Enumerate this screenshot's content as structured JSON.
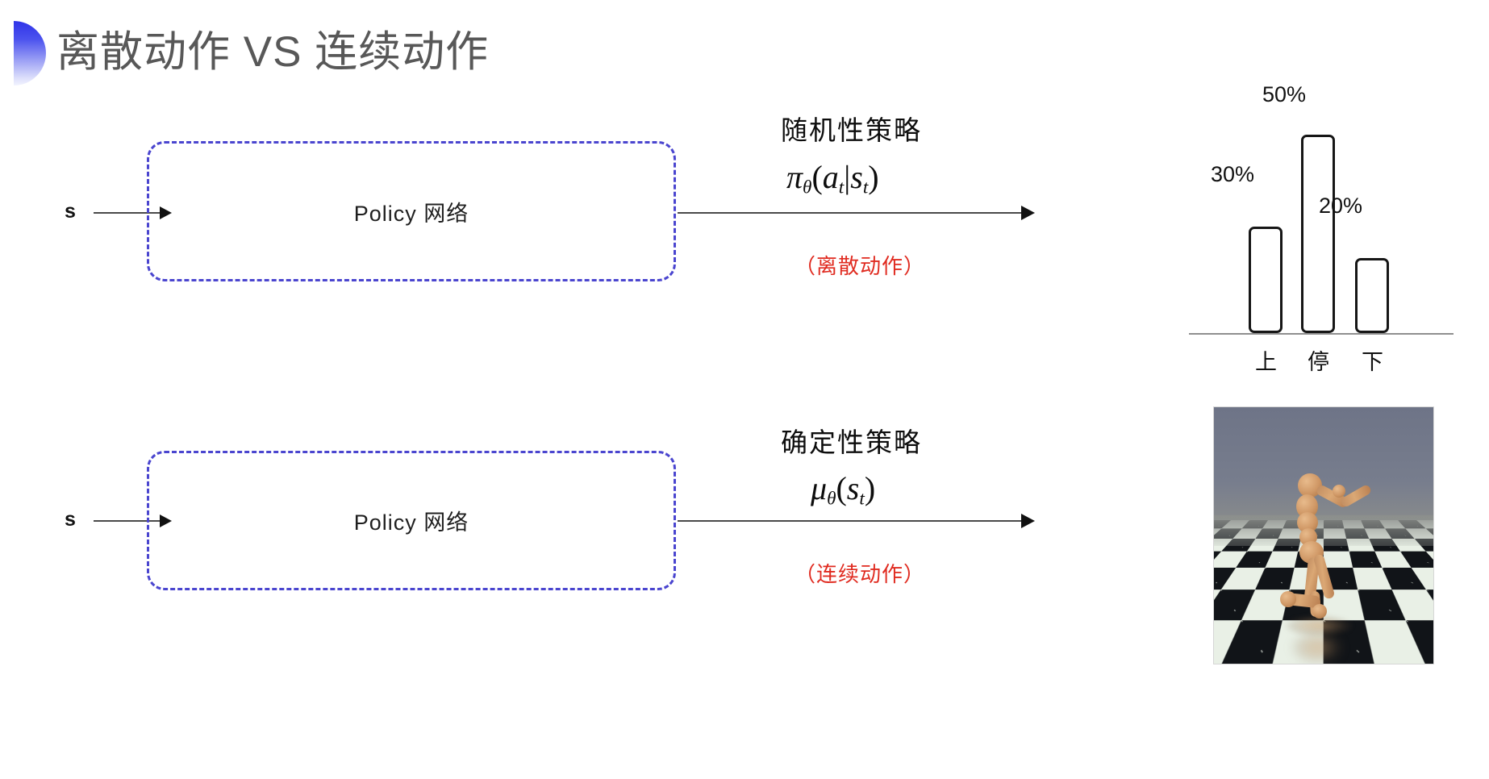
{
  "slide": {
    "title": "离散动作 VS 连续动作",
    "bullet_color": "#2f33e8",
    "background": "#ffffff"
  },
  "sections": [
    {
      "id": "discrete",
      "state_label": "s",
      "policy_box_label": "Policy 网络",
      "policy_box_border_color": "#4a45cf",
      "annotation_title": "随机性策略",
      "annotation_formula": "πθ(at|st)",
      "annotation_note": "（离散动作）",
      "annotation_note_color": "#e02b20",
      "output_type": "bar-chart"
    },
    {
      "id": "continuous",
      "state_label": "s",
      "policy_box_label": "Policy 网络",
      "policy_box_border_color": "#4a45cf",
      "annotation_title": "确定性策略",
      "annotation_formula": "μθ(st)",
      "annotation_note": "（连续动作）",
      "annotation_note_color": "#e02b20",
      "output_type": "simulation-image"
    }
  ],
  "chart_data": {
    "type": "bar",
    "title": "",
    "categories": [
      "上",
      "停",
      "下"
    ],
    "values": [
      30,
      50,
      20
    ],
    "value_labels": [
      "30%",
      "50%",
      "20%"
    ],
    "xlabel": "",
    "ylabel": "",
    "ylim": [
      0,
      60
    ],
    "grid": false,
    "legend": "none",
    "bar_fill": "#ffffff",
    "bar_stroke": "#161616"
  },
  "simulation": {
    "caption": "",
    "scene": "humanoid-running-checkerboard",
    "sky_color": "#6e7487",
    "floor_light": "#e9f0e6",
    "floor_dark": "#111418",
    "body_color": "#cf9765"
  }
}
